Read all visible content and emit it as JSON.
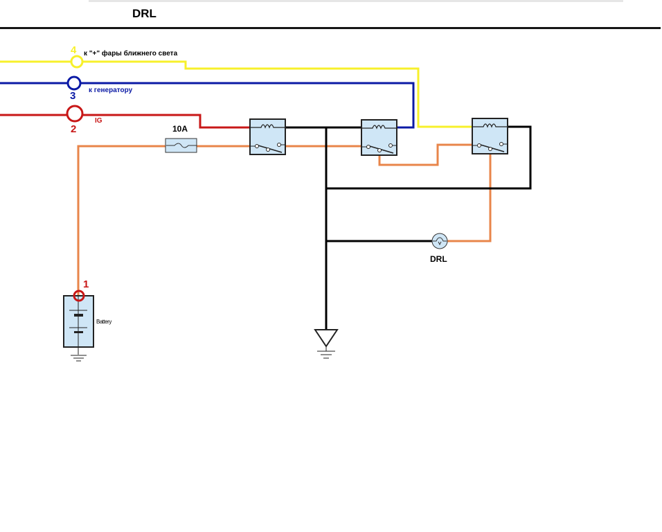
{
  "title": "DRL",
  "colors": {
    "yellow": "#f7f02b",
    "blue": "#0b1aa5",
    "red": "#c81717",
    "orange": "#e8854a",
    "black": "#000000",
    "component_fill": "#cfe6f6"
  },
  "terminals": [
    {
      "number": "4",
      "label": "к \"+\" фары ближнего света",
      "wire": "yellow"
    },
    {
      "number": "3",
      "label": "к генератору",
      "wire": "blue"
    },
    {
      "number": "2",
      "label": "IG",
      "wire": "red"
    },
    {
      "number": "1",
      "label": "",
      "wire": "orange"
    }
  ],
  "components": {
    "fuse": {
      "label": "10A"
    },
    "relays": [
      {
        "name": "relay-1"
      },
      {
        "name": "relay-2"
      },
      {
        "name": "relay-3"
      }
    ],
    "lamp": {
      "label": "DRL"
    },
    "battery": {
      "label": "Battery"
    }
  }
}
